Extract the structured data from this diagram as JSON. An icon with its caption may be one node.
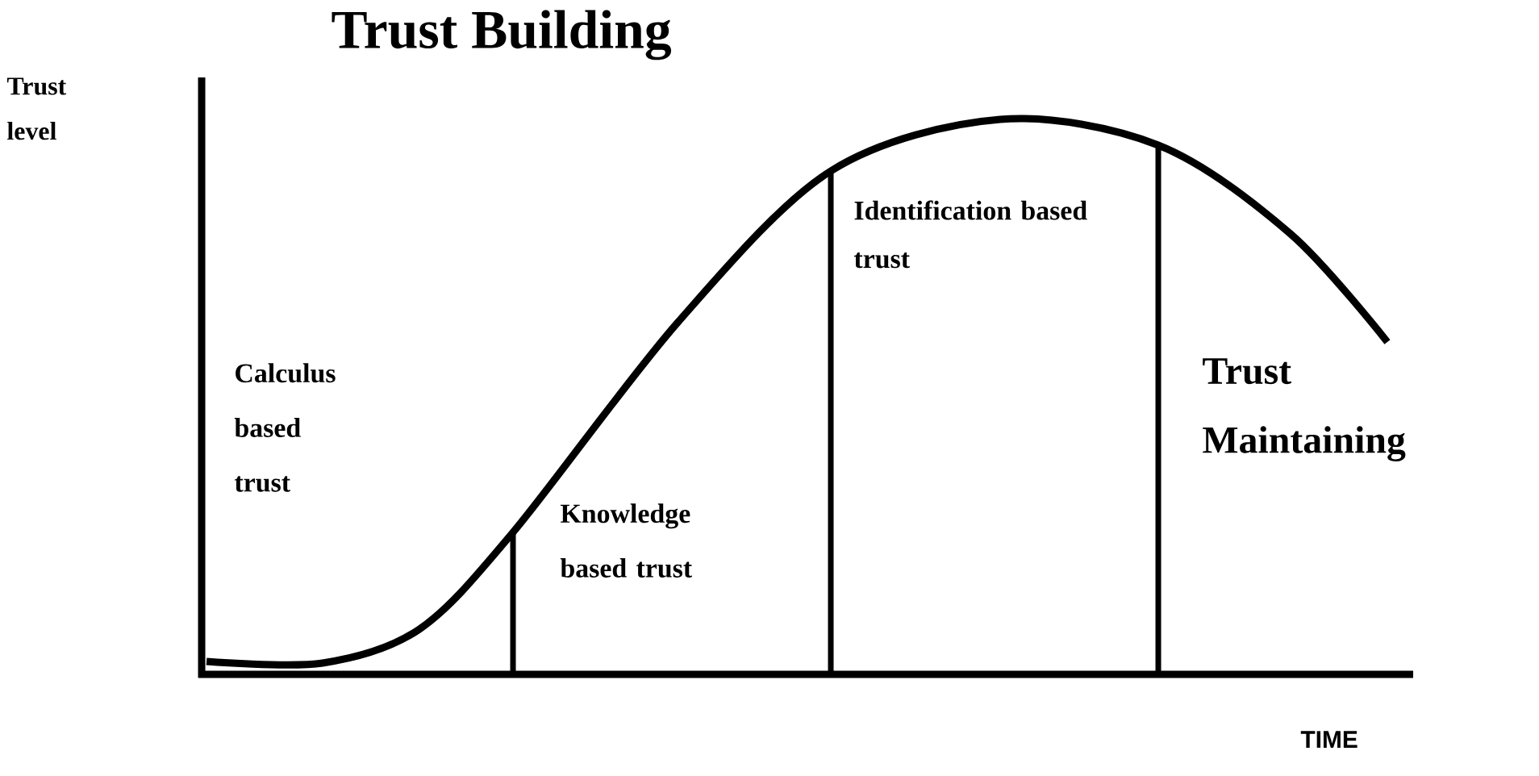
{
  "diagram": {
    "title": "Trust Building",
    "labels": [
      "Trust level",
      "Calculus based trust",
      "Knowledge based trust",
      "Identification based trust",
      "Trust Maintaining",
      "TIME"
    ]
  }
}
